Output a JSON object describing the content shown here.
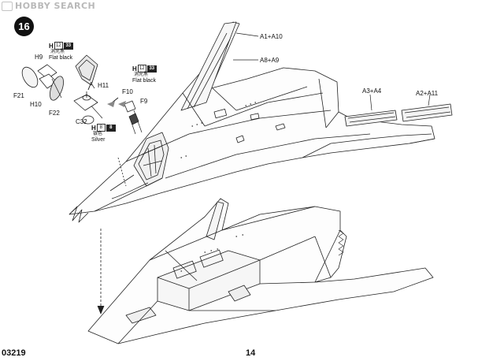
{
  "watermark": {
    "text": "HOBBY SEARCH"
  },
  "step": {
    "number": "16"
  },
  "paint_callouts": [
    {
      "code": "H",
      "num_a": "12",
      "num_b": "33",
      "cn": "消光黑",
      "en": "Flat black"
    },
    {
      "code": "H",
      "num_a": "12",
      "num_b": "33",
      "cn": "消光黑",
      "en": "Flat black"
    },
    {
      "code": "H",
      "num_a": "8",
      "num_b": "8",
      "cn": "银色",
      "en": "Silver"
    }
  ],
  "part_labels": {
    "h9": "H9",
    "f21": "F21",
    "h10": "H10",
    "f22": "F22",
    "h11": "H11",
    "c32": "C32",
    "f10": "F10",
    "f9": "F9",
    "a1a10": "A1+A10",
    "a8a9": "A8+A9",
    "a3a4": "A3+A4",
    "a2a11": "A2+A11"
  },
  "footer": {
    "kit_number": "03219",
    "page_number": "14"
  }
}
